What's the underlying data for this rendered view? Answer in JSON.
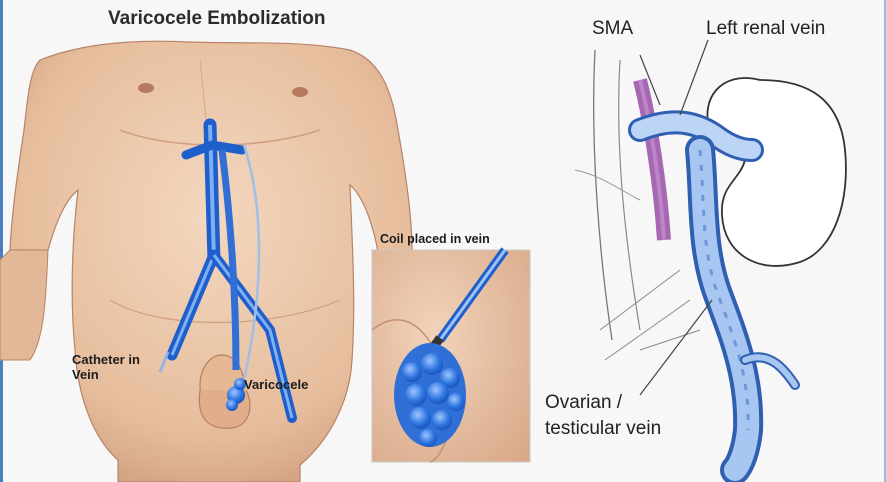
{
  "title": "Varicocele Embolization",
  "labels": {
    "catheter_line1": "Catheter in",
    "catheter_line2": "Vein",
    "varicocele": "Varicocele",
    "coil": "Coil placed in vein",
    "sma": "SMA",
    "left_renal_vein": "Left renal vein",
    "ovarian_line1": "Ovarian /",
    "ovarian_line2": "testicular vein"
  },
  "colors": {
    "vein_blue": "#2f6fd6",
    "vein_light": "#a9c6f0",
    "skin": "#ecc9ad",
    "artery_purple": "#8b3a9a",
    "frame_blue": "#4a7fc0"
  }
}
